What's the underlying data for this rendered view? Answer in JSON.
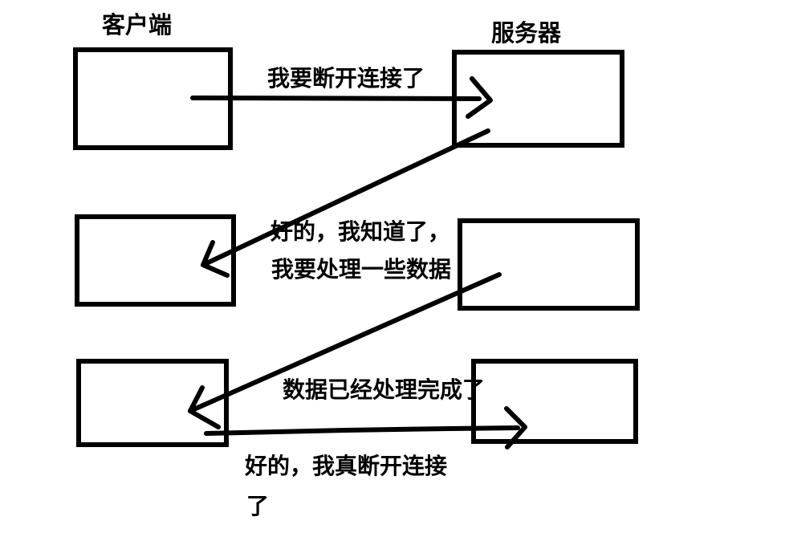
{
  "labels": {
    "client": "客户端",
    "server": "服务器"
  },
  "messages": {
    "msg1": "我要断开连接了",
    "msg2_line1": "好的，我知道了，",
    "msg2_line2": "我要处理一些数据",
    "msg3": "数据已经处理完成了",
    "msg4_line1": "好的，我真断开连接",
    "msg4_line2": "了"
  },
  "colors": {
    "ink": "#000000",
    "background": "#ffffff"
  }
}
